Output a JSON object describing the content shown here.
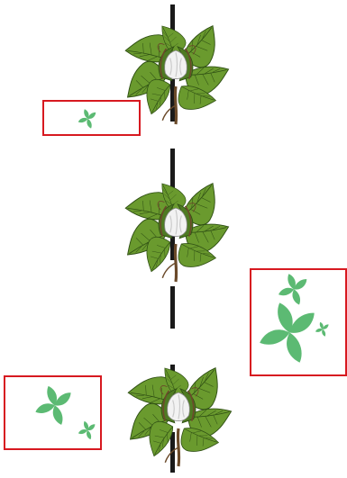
{
  "colors": {
    "background": "#ffffff",
    "dash": "#1a1a1a",
    "leaf_dark": "#3f6f1e",
    "leaf_mid": "#6a9a2e",
    "leaf_light": "#9cc24a",
    "vein": "#2f4f14",
    "stem": "#6b4a2a",
    "bract": "#4e7a22",
    "fiber": "#f2f2f2",
    "fiber_shadow": "#c9c9c9",
    "callout_border": "#d71920",
    "callout_leaf": "#5cba73"
  },
  "plants": [
    {
      "name": "plant-top",
      "icon": "cotton-boll-icon"
    },
    {
      "name": "plant-middle",
      "icon": "cotton-boll-icon"
    },
    {
      "name": "plant-bottom",
      "icon": "cotton-boll-icon"
    }
  ],
  "callouts": [
    {
      "name": "callout-left-upper",
      "icon": "seedling-leaves-icon"
    },
    {
      "name": "callout-right",
      "icon": "seedling-leaves-icon"
    },
    {
      "name": "callout-left-lower",
      "icon": "seedling-leaves-icon"
    }
  ]
}
